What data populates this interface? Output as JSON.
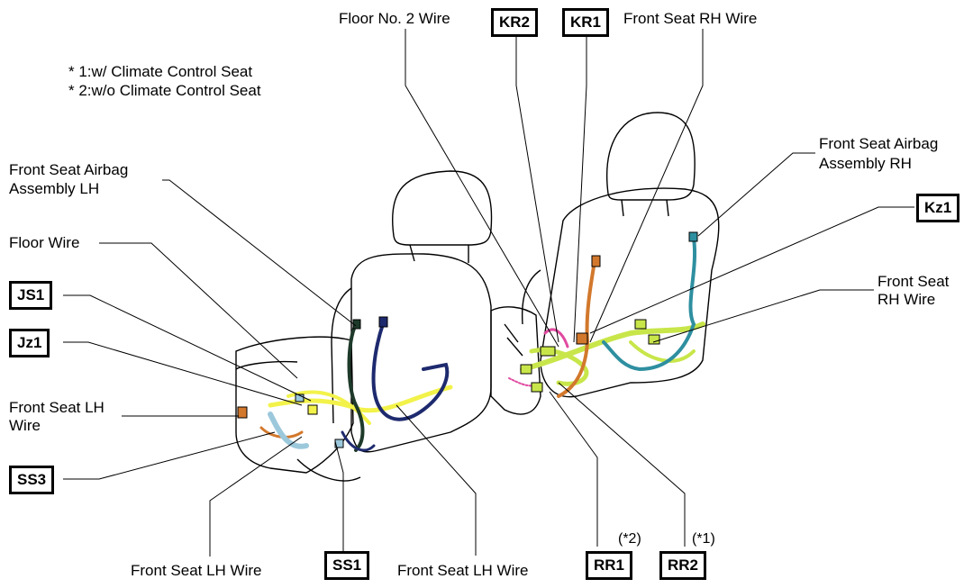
{
  "notes": [
    "* 1:w/ Climate Control Seat",
    "* 2:w/o Climate Control Seat"
  ],
  "labels": {
    "floor_no2_wire": "Floor No. 2 Wire",
    "front_seat_rh_wire_top": "Front Seat RH Wire",
    "airbag_lh_1": "Front Seat Airbag",
    "airbag_lh_2": "Assembly LH",
    "floor_wire": "Floor Wire",
    "airbag_rh_1": "Front Seat Airbag",
    "airbag_rh_2": "Assembly RH",
    "front_seat_rh_wire_1": "Front Seat",
    "front_seat_rh_wire_2": "RH Wire",
    "front_seat_lh_wire_left_1": "Front Seat LH",
    "front_seat_lh_wire_left_2": "Wire",
    "front_seat_lh_wire_bottom_a": "Front Seat LH Wire",
    "front_seat_lh_wire_bottom_b": "Front Seat LH Wire"
  },
  "connectors": {
    "kr2": "KR2",
    "kr1": "KR1",
    "kz1": "Kz1",
    "js1": "JS1",
    "jz1": "Jz1",
    "ss3": "SS3",
    "ss1": "SS1",
    "rr1": "RR1",
    "rr2": "RR2"
  },
  "footnote_refs": {
    "rr1": "(*2)",
    "rr2": "(*1)"
  },
  "wire_colors": {
    "yellow_green": "#c8e64a",
    "yellow": "#f2f24a",
    "navy": "#1e2a6e",
    "dark_green": "#1e3a2a",
    "teal": "#2e8fa0",
    "light_blue": "#9cc8dc",
    "orange": "#d2782c",
    "pink": "#e04aa0"
  }
}
